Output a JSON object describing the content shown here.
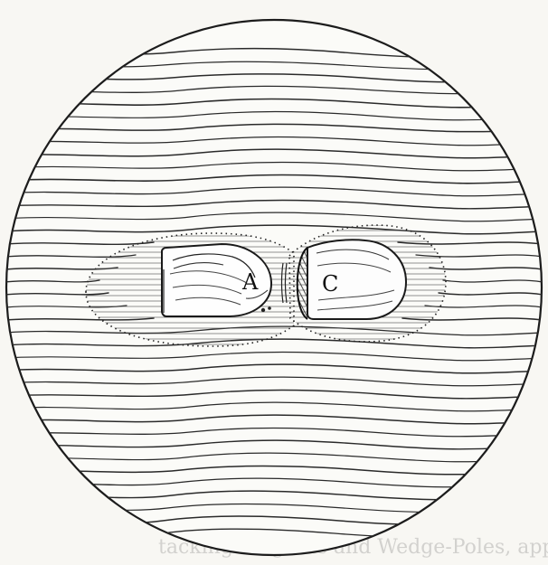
{
  "figure": {
    "labels": {
      "left_capsule": "A",
      "right_capsule": "C"
    },
    "bleed_text": "tacking Magnets and Wedge-Poles, apparently rem"
  }
}
